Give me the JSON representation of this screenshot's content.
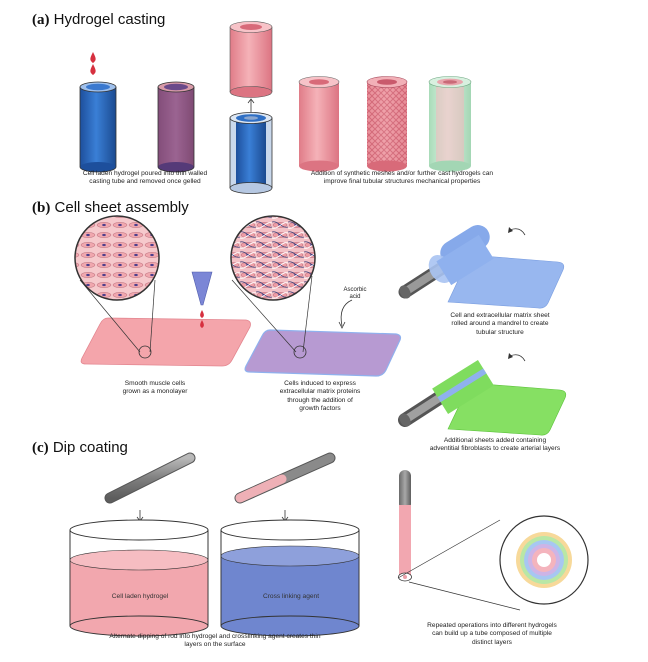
{
  "sections": [
    {
      "letter": "(a)",
      "title": "Hydrogel casting"
    },
    {
      "letter": "(b)",
      "title": "Cell sheet assembly"
    },
    {
      "letter": "(c)",
      "title": "Dip coating"
    }
  ],
  "captions": {
    "a_left": [
      "Cell laden hydrogel poured into thin walled",
      "casting tube and removed once gelled"
    ],
    "a_right": [
      "Addition of synthetic meshes and/or further cast hydrogels can",
      "improve final tubular structures mechanical properties"
    ],
    "b_smooth": [
      "Smooth muscle cells",
      "grown as a monolayer"
    ],
    "b_induced": [
      "Cells induced to express",
      "extracellular matrix proteins",
      "through the addition of",
      "growth factors"
    ],
    "b_ascorbic": [
      "Ascorbic",
      "acid"
    ],
    "b_rolled": [
      "Cell and extracellular matrix sheet",
      "rolled around a mandrel to create",
      "tubular structure"
    ],
    "b_additional": [
      "Additional sheets added containing",
      "adventitial fibroblasts to create arterial layers"
    ],
    "c_hydrogel_label": "Cell laden hydrogel",
    "c_crosslink_label": "Cross linking agent",
    "c_alternate": [
      "Alternate dipping of rod into hydrogel and crosslinking agent creates thin",
      "layers on the surface"
    ],
    "c_repeated": [
      "Repeated operations into different hydrogels",
      "can build up a tube composed of multiple",
      "distinct layers"
    ]
  },
  "colors": {
    "blue_gel": "#2f6fc4",
    "pink_gel": "#e98f9a",
    "purple_gel": "#6a4a8a",
    "pink_sheet": "#f3a9ae",
    "purple_sheet": "#b49ad0",
    "blue_sheet": "#8fb1ee",
    "green_sheet": "#7fdc5e",
    "mint_tube": "#bfe6cc",
    "rod_gray": "#8a8a8a",
    "blue_liquid": "#6f86cf",
    "pink_liquid": "#f3aab1"
  }
}
